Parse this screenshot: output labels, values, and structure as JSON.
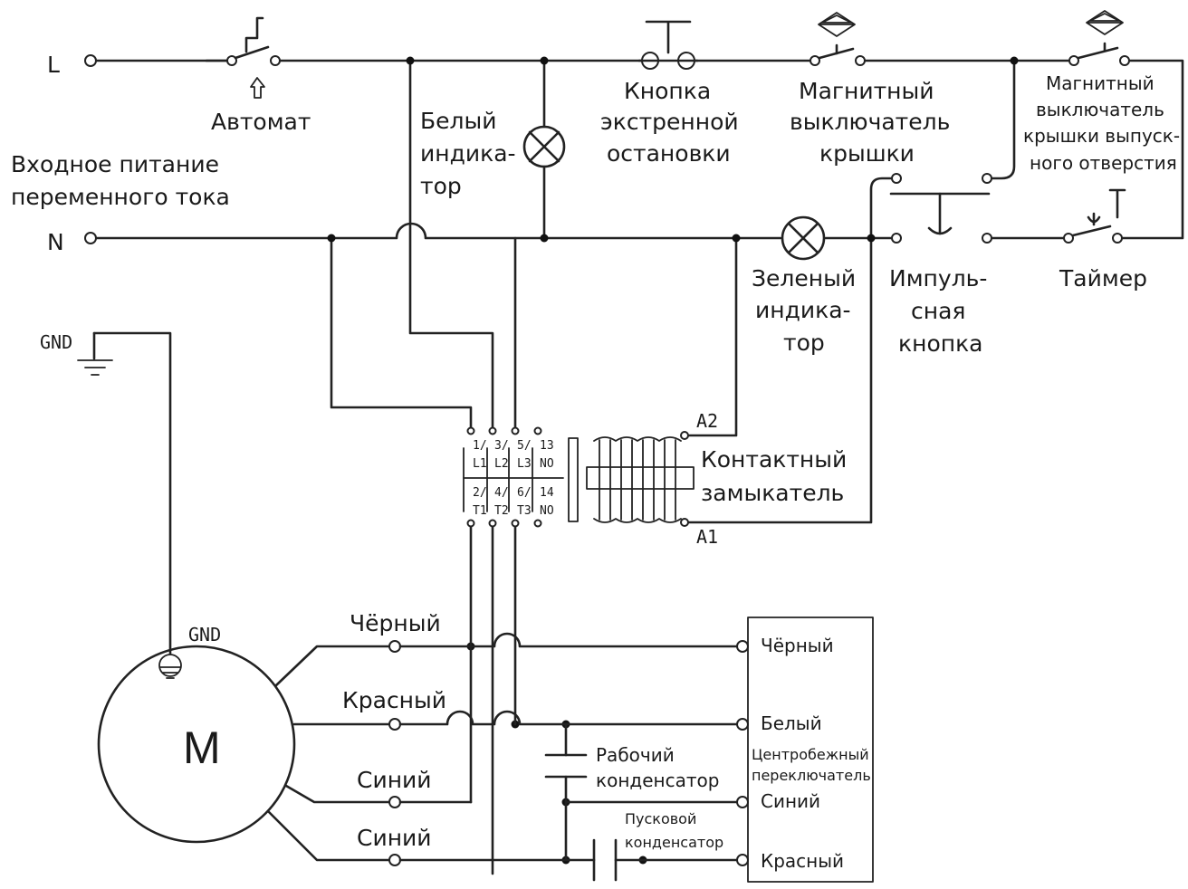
{
  "lines": {
    "L": "L",
    "N": "N"
  },
  "input_power": [
    "Входное питание",
    "переменного тока"
  ],
  "breaker": "Автомат",
  "white_lamp": [
    "Белый",
    "индика-",
    "тор"
  ],
  "estop": [
    "Кнопка",
    "экстренной",
    "остановки"
  ],
  "lid_switch": [
    "Магнитный",
    "выключатель",
    "крышки"
  ],
  "outlet_switch": [
    "Магнитный",
    "выключатель",
    "крышки выпуск-",
    "ного отверстия"
  ],
  "green_lamp": [
    "Зеленый",
    "индика-",
    "тор"
  ],
  "pulse_button": [
    "Импуль-",
    "сная",
    "кнопка"
  ],
  "timer": "Таймер",
  "ground": "GND",
  "motor_ground": "GND",
  "motor": "M",
  "contactor": {
    "label": [
      "Контактный",
      "замыкатель"
    ],
    "coil_top": "A2",
    "coil_bottom": "A1",
    "top_terminals": [
      [
        "1/",
        "L1"
      ],
      [
        "3/",
        "L2"
      ],
      [
        "5/",
        "L3"
      ],
      [
        "13",
        "NO"
      ]
    ],
    "bottom_terminals": [
      [
        "2/",
        "T1"
      ],
      [
        "4/",
        "T2"
      ],
      [
        "6/",
        "T3"
      ],
      [
        "14",
        "NO"
      ]
    ]
  },
  "motor_wires": [
    "Чёрный",
    "Красный",
    "Синий",
    "Синий"
  ],
  "run_capacitor": [
    "Рабочий",
    "конденсатор"
  ],
  "start_capacitor": [
    "Пусковой",
    "конденсатор"
  ],
  "centrifugal_switch": {
    "label": [
      "Центробежный",
      "переключатель"
    ],
    "terminals": [
      "Чёрный",
      "Белый",
      "Синий",
      "Красный"
    ]
  }
}
